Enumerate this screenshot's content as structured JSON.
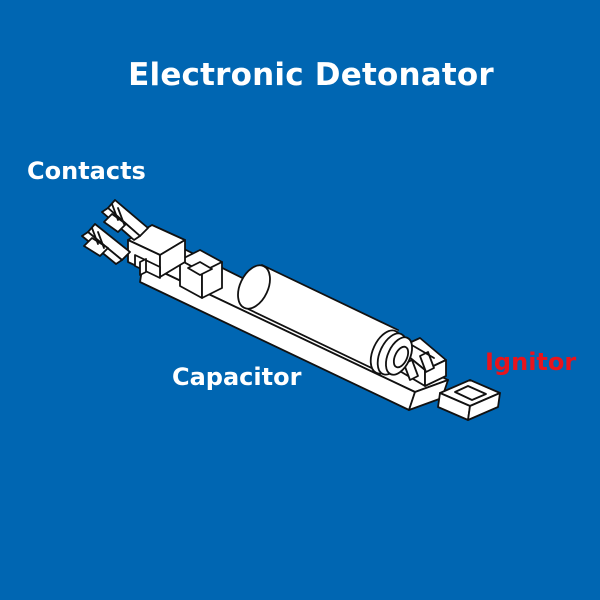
{
  "title": "Electronic Detonator",
  "labels": {
    "contacts": "Contacts",
    "capacitor": "Capacitor",
    "ignitor": "Ignitor"
  },
  "colors": {
    "background": "#0066b2",
    "text": "#ffffff",
    "ignitor": "#e8141c",
    "outline": "#111111",
    "fill": "#ffffff"
  }
}
